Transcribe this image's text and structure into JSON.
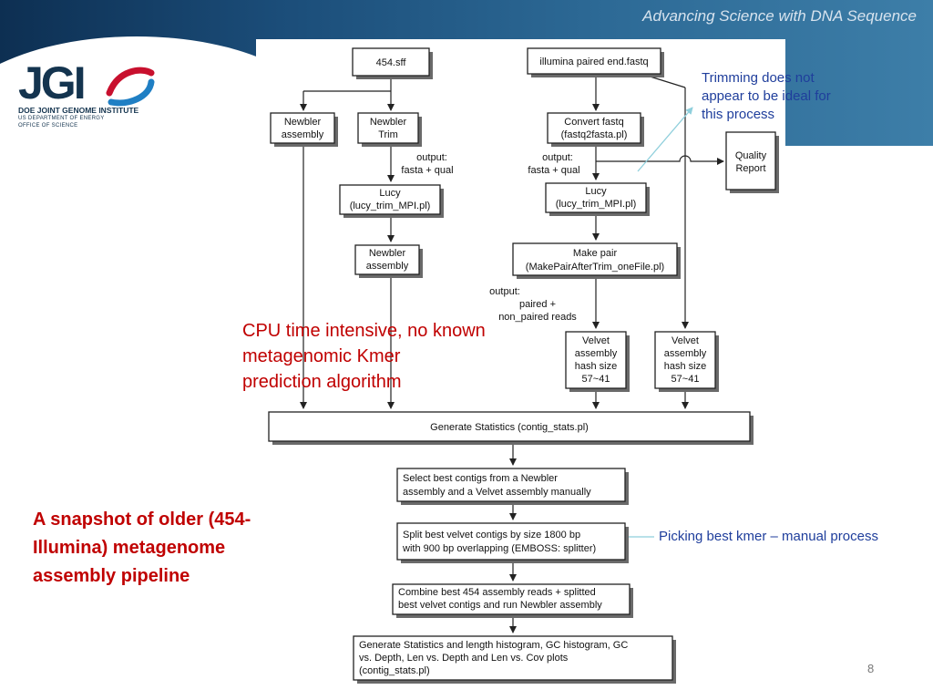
{
  "header": {
    "tagline": "Advancing Science with DNA Sequence",
    "logo": {
      "mark": "JGI",
      "line1": "DOE JOINT GENOME INSTITUTE",
      "line2": "US DEPARTMENT OF ENERGY",
      "line3": "OFFICE OF SCIENCE"
    }
  },
  "diagram": {
    "nodes": {
      "sff": "454.sff",
      "fastq": "illumina paired end.fastq",
      "newbler_assembly_1": [
        "Newbler",
        "assembly"
      ],
      "newbler_trim": [
        "Newbler",
        "Trim"
      ],
      "convert_fastq": [
        "Convert fastq",
        "(fastq2fasta.pl)"
      ],
      "quality_report": [
        "Quality",
        "Report"
      ],
      "lucy_left": [
        "Lucy",
        "(lucy_trim_MPI.pl)"
      ],
      "lucy_right": [
        "Lucy",
        "(lucy_trim_MPI.pl)"
      ],
      "newbler_assembly_2": [
        "Newbler",
        "assembly"
      ],
      "make_pair": [
        "Make pair",
        "(MakePairAfterTrim_oneFile.pl)"
      ],
      "velvet_1": [
        "Velvet",
        "assembly",
        "hash size",
        "57~41"
      ],
      "velvet_2": [
        "Velvet",
        "assembly",
        "hash size",
        "57~41"
      ],
      "generate_stats": "Generate Statistics  (contig_stats.pl)",
      "select_best": [
        "Select best contigs from a Newbler",
        "assembly and a Velvet assembly manually"
      ],
      "split_best": [
        "Split best velvet contigs by size 1800 bp",
        "with 900 bp overlapping (EMBOSS: splitter)"
      ],
      "combine_best": [
        "Combine best 454 assembly reads + splitted",
        "best velvet contigs and run Newbler assembly"
      ],
      "final_stats": [
        "Generate Statistics and length histogram, GC histogram, GC",
        "vs. Depth, Len vs. Depth and Len vs. Cov plots",
        "(contig_stats.pl)"
      ]
    },
    "edge_labels": {
      "trim_output": [
        "output:",
        "fasta + qual"
      ],
      "convert_output": [
        "output:",
        "fasta + qual"
      ],
      "pair_output": [
        "output:",
        "paired +",
        "non_paired reads"
      ]
    }
  },
  "notes": {
    "cpu": "CPU time intensive, no known\nmetagenomic Kmer\nprediction algorithm",
    "snapshot": "A snapshot of older (454-\nIllumina) metagenome\nassembly pipeline",
    "trimming": "Trimming does not\nappear to be ideal for\nthis process",
    "kmer": "Picking best kmer – manual process"
  },
  "colors": {
    "banner": "#1b4d79",
    "note_red": "#c00000",
    "note_blue": "#1f3e9c",
    "logo_swoosh_red": "#c8102e",
    "logo_swoosh_blue": "#1f7fc4"
  },
  "page_number": "8"
}
